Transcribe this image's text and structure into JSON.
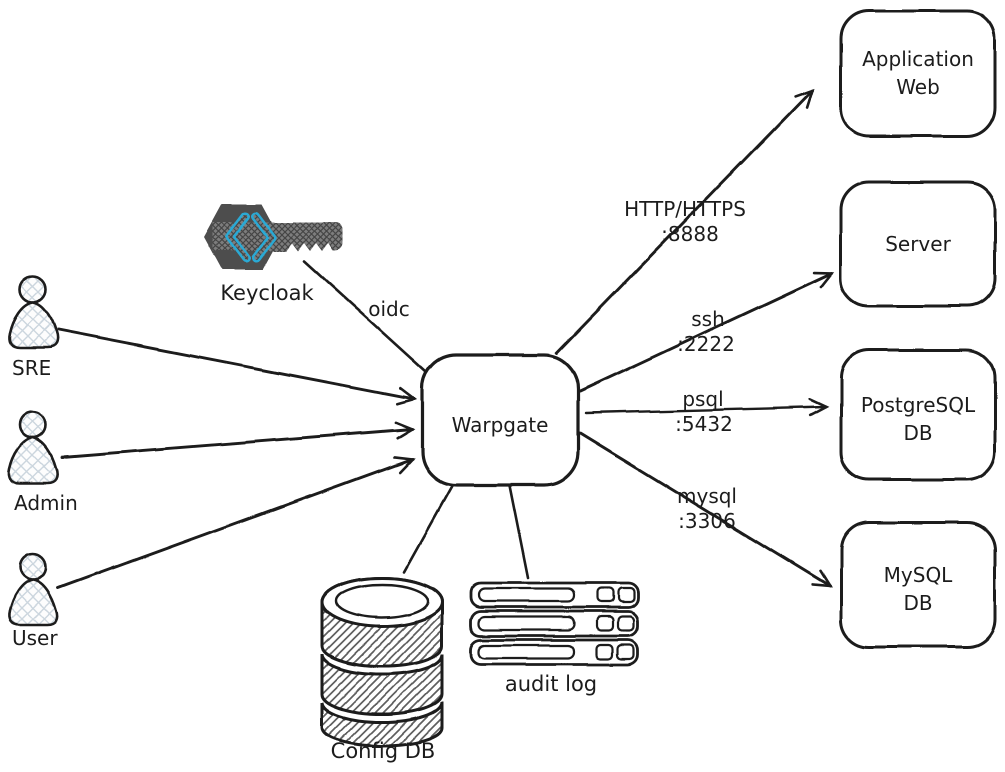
{
  "diagram": {
    "nodes": {
      "sre": {
        "label": "SRE"
      },
      "admin": {
        "label": "Admin"
      },
      "user": {
        "label": "User"
      },
      "keycloak": {
        "label": "Keycloak"
      },
      "warpgate": {
        "label": "Warpgate"
      },
      "application_web": {
        "lines": [
          "Application",
          "Web"
        ]
      },
      "server": {
        "label": "Server"
      },
      "postgresql_db": {
        "lines": [
          "PostgreSQL",
          "DB"
        ]
      },
      "mysql_db": {
        "lines": [
          "MySQL",
          "DB"
        ]
      },
      "config_db": {
        "label": "Config DB"
      },
      "audit_log": {
        "label": "audit log"
      }
    },
    "edges": {
      "oidc": {
        "label": "oidc"
      },
      "http": {
        "protocol": "HTTP/HTTPS",
        "port": ":8888"
      },
      "ssh": {
        "protocol": "ssh",
        "port": ":2222"
      },
      "psql": {
        "protocol": "psql",
        "port": ":5432"
      },
      "mysql": {
        "protocol": "mysql",
        "port": ":3306"
      }
    },
    "colors": {
      "line": "#1c1c1c",
      "keycloak_icon_dark": "#4d4d4d",
      "keycloak_icon_bar": "#7d7d7d",
      "keycloak_icon_accent": "#2ba9d4",
      "keycloak_label": "#b3b3b3"
    }
  }
}
